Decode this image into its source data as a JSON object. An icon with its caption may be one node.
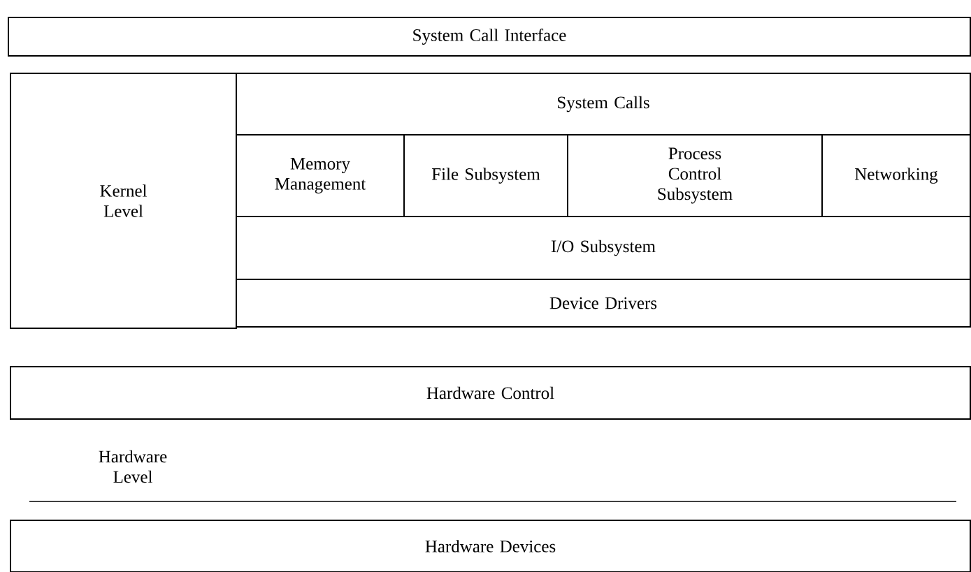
{
  "diagram": {
    "nodes": [
      {
        "text": [
          "System Call Interface"
        ]
      },
      {
        "text": [
          "Kernel Level"
        ]
      },
      {
        "text": [
          "System Calls"
        ]
      },
      {
        "text": [
          "Memory Management"
        ]
      },
      {
        "text": [
          "File Subsystem"
        ]
      },
      {
        "text": [
          "Process Control Subsystem"
        ]
      },
      {
        "text": [
          "Networking"
        ]
      },
      {
        "text": [
          "I/O Subsystem"
        ]
      },
      {
        "text": [
          "Device Drivers"
        ]
      },
      {
        "text": [
          "Hardware Control"
        ]
      },
      {
        "text": [
          "Hardware Devices"
        ]
      }
    ],
    "labels": [
      "Hardware Level"
    ]
  }
}
